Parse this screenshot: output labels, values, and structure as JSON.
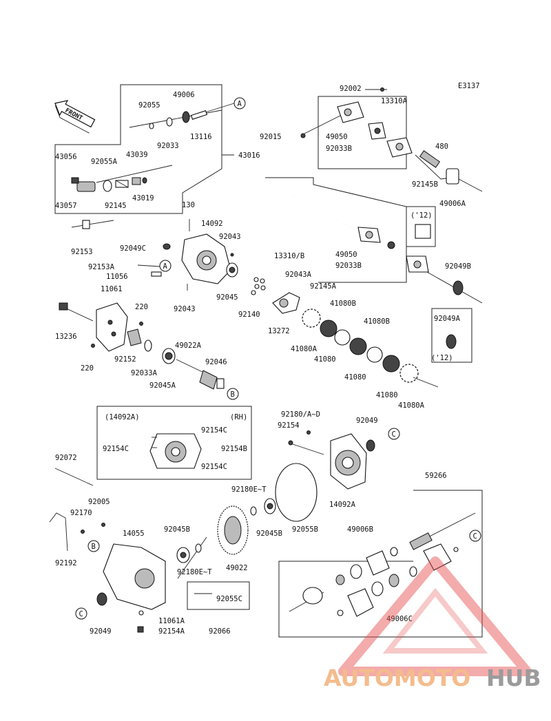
{
  "diagram_code": "E3137",
  "front_label": "FRONT",
  "labels": {
    "p92002": "92002",
    "p13310A": "13310A",
    "p92015": "92015",
    "p49050a": "49050",
    "p92033Ba": "92033B",
    "p480": "480",
    "p92145B": "92145B",
    "p49006A": "49006A",
    "p92055": "92055",
    "p49006": "49006",
    "p92033": "92033",
    "p13116": "13116",
    "p43016": "43016",
    "p43056": "43056",
    "p92055A": "92055A",
    "p43039": "43039",
    "p43057": "43057",
    "p92145": "92145",
    "p43019": "43019",
    "p130": "130",
    "p14092": "14092",
    "p92153": "92153",
    "p92049C": "92049C",
    "p92043a": "92043",
    "p13310B": "13310/B",
    "p49050b": "49050",
    "p92033Bb": "92033B",
    "p12a": "('12)",
    "p92049B": "92049B",
    "p92153A": "92153A",
    "p11056": "11056",
    "p92043b": "92043",
    "p92045": "92045",
    "p92140": "92140",
    "p92043A": "92043A",
    "p92145A": "92145A",
    "p11061": "11061",
    "p220a": "220",
    "p13272": "13272",
    "p41080B1": "41080B",
    "p41080B2": "41080B",
    "p92049A": "92049A",
    "p12b": "('12)",
    "p13236": "13236",
    "p220b": "220",
    "p92152": "92152",
    "p92033A": "92033A",
    "p49022A": "49022A",
    "p92046": "92046",
    "p92045A": "92045A",
    "p41080Aa": "41080A",
    "p41080a": "41080",
    "p41080b": "41080",
    "p41080c": "41080",
    "p41080Ab": "41080A",
    "p14092A_box": "(14092A)",
    "pRH": "(RH)",
    "p92154C1": "92154C",
    "p92154C2": "92154C",
    "p92154B": "92154B",
    "p92154C3": "92154C",
    "p92180": "92180/A~D",
    "p92154": "92154",
    "p92049a": "92049",
    "p92072": "92072",
    "p92180ET1": "92180E~T",
    "p14092A": "14092A",
    "p59266": "59266",
    "p92005": "92005",
    "p92170": "92170",
    "p14055": "14055",
    "p92045B1": "92045B",
    "p92055B": "92055B",
    "p49006B": "49006B",
    "p92045B2": "92045B",
    "p92192": "92192",
    "p92180ET2": "92180E~T",
    "p49022": "49022",
    "p92055C": "92055C",
    "p49006C": "49006C",
    "p11061A": "11061A",
    "p92049b": "92049",
    "p92066": "92066",
    "p92154A": "92154A"
  },
  "callouts": {
    "A1": "A",
    "A2": "A",
    "B1": "B",
    "B2": "B",
    "C1": "C",
    "C2": "C",
    "C3": "C"
  },
  "watermark": {
    "part1": "AUTOMOTO",
    "part2": "HUB"
  },
  "colors": {
    "watermark_orange": "#f3b17a",
    "watermark_gray": "#8a8a8a",
    "watermark_red": "#e54a4a"
  }
}
